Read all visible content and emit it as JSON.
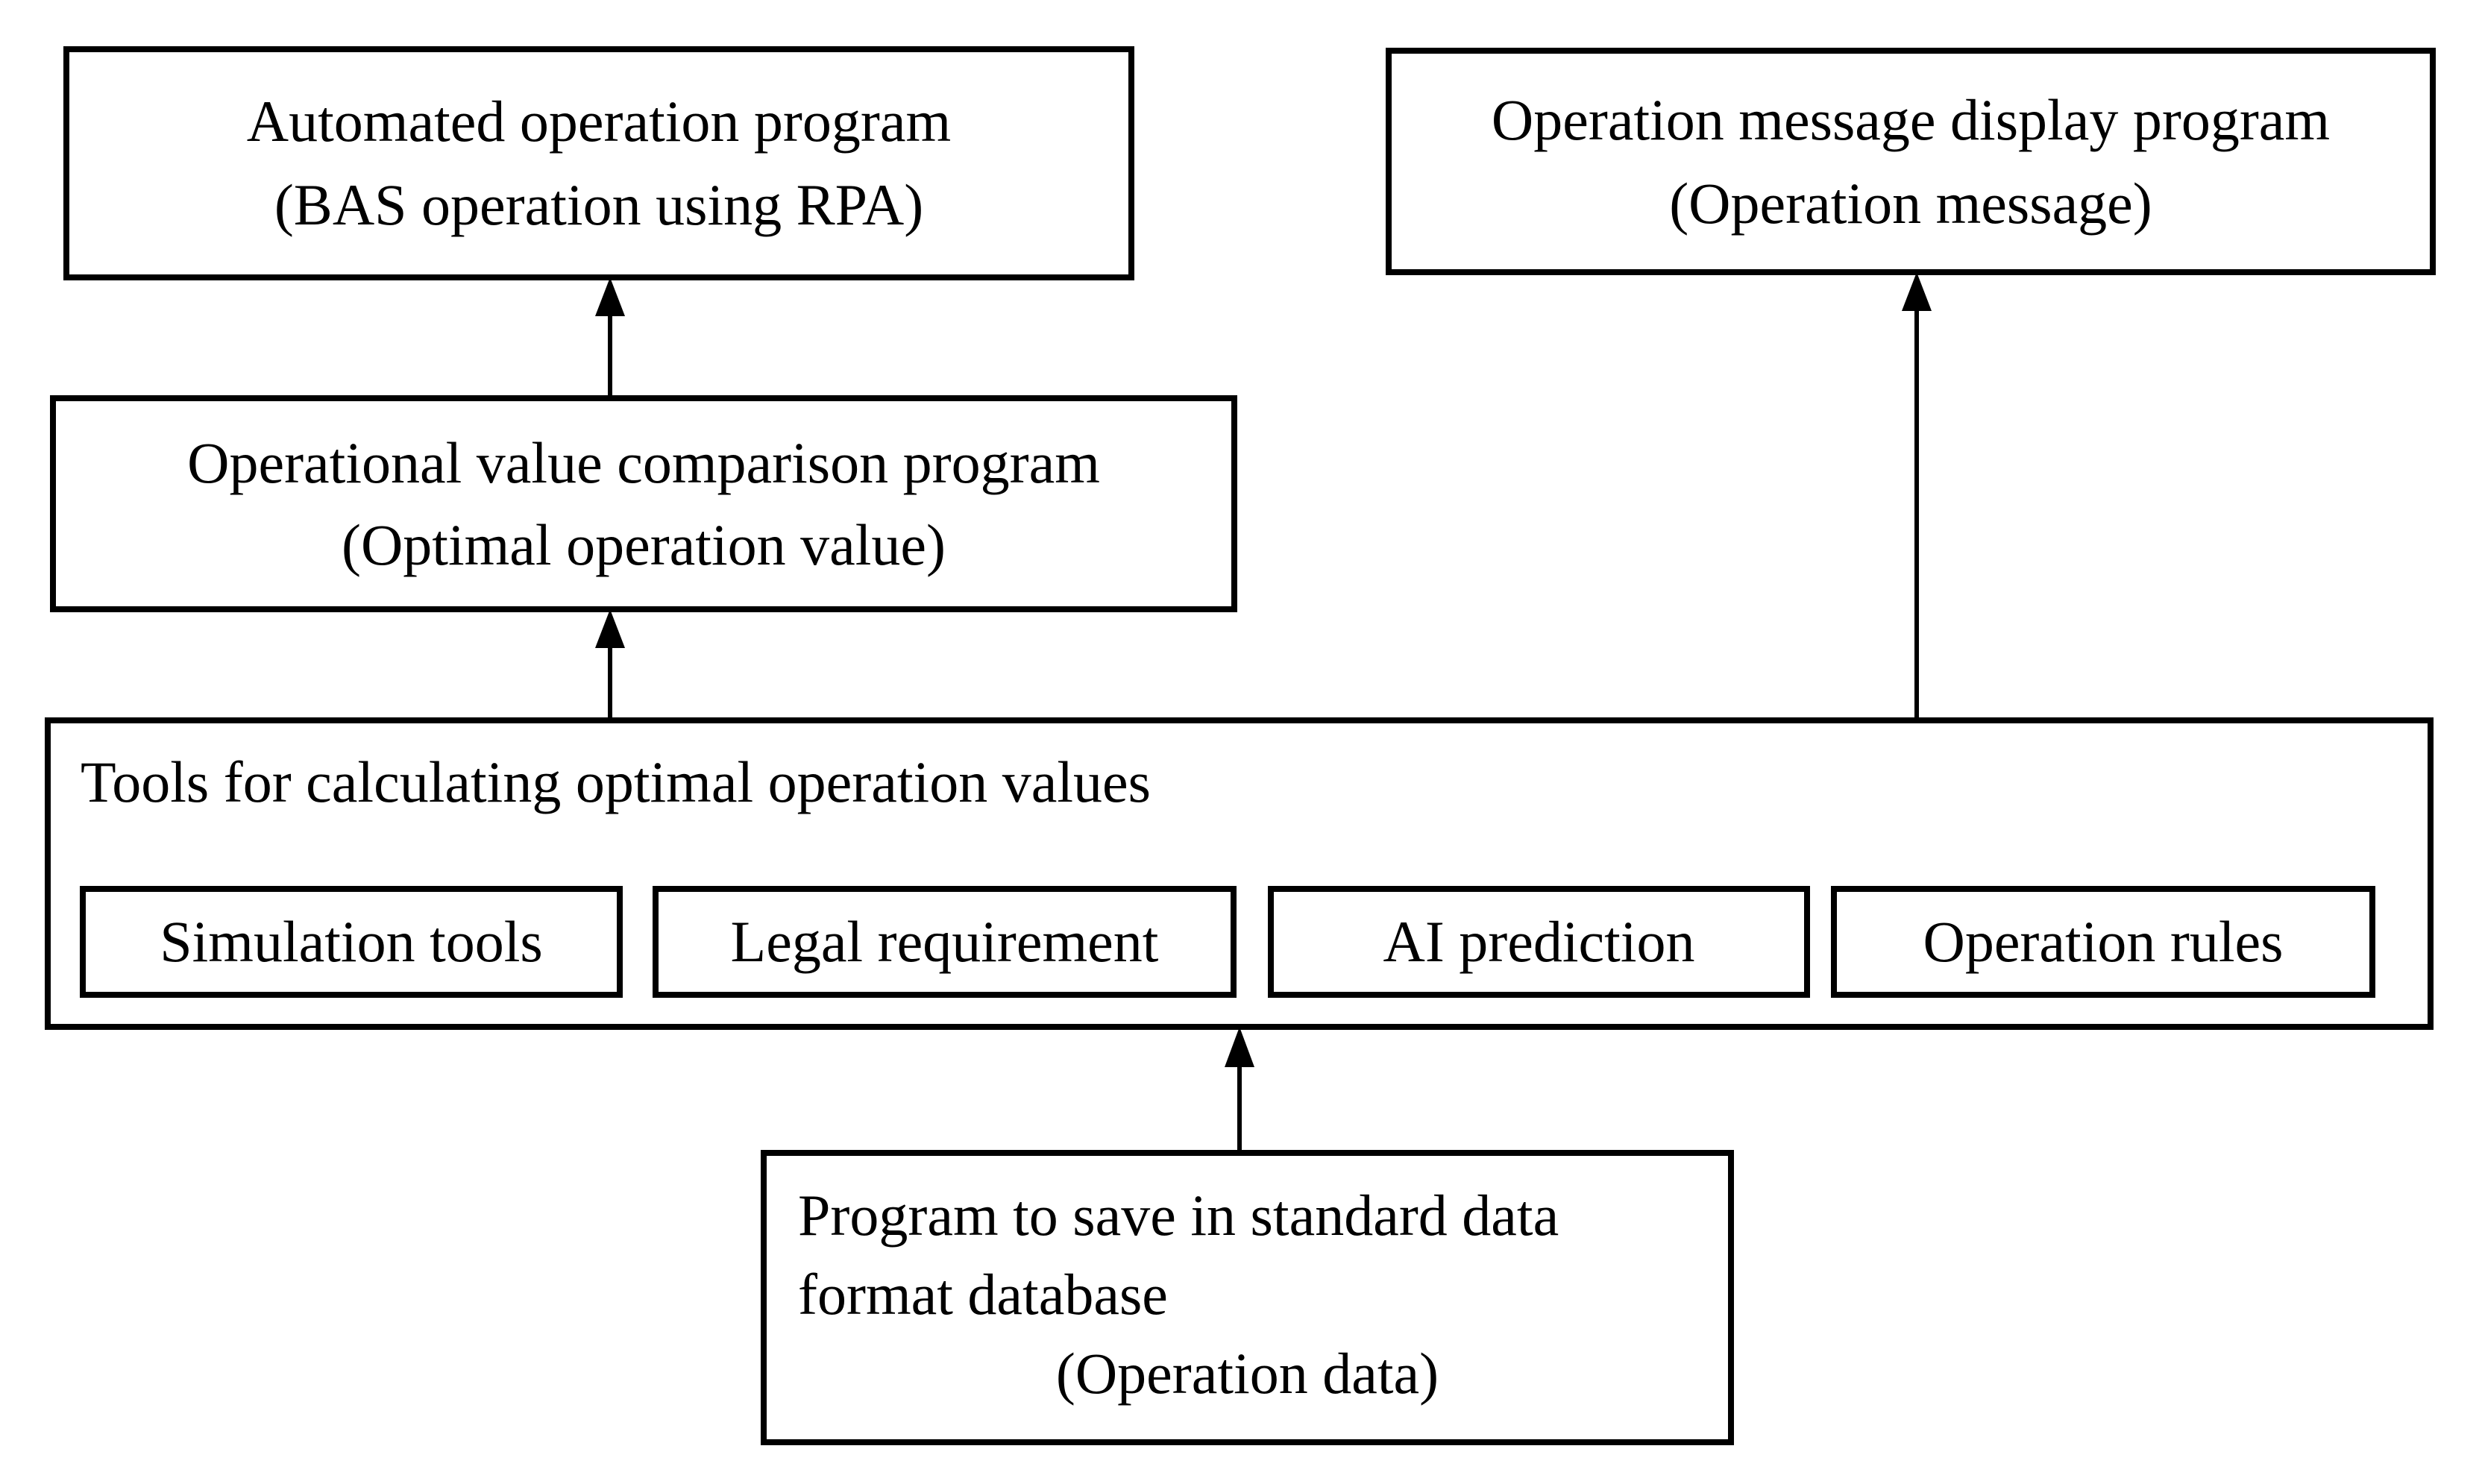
{
  "diagram": {
    "colors": {
      "line": "#000000",
      "box_fill": "#ffffff",
      "text": "#000000",
      "background": "#ffffff"
    },
    "boxes": {
      "automated_operation": {
        "line1": "Automated operation program",
        "line2": "(BAS operation using RPA)"
      },
      "operation_message": {
        "line1": "Operation message display program",
        "line2": "(Operation message)"
      },
      "value_comparison": {
        "line1": "Operational value comparison program",
        "line2": "(Optimal operation value)"
      },
      "tools": {
        "label": "Tools for calculating optimal operation values",
        "children": [
          "Simulation tools",
          "Legal requirement",
          "AI prediction",
          "Operation rules"
        ]
      },
      "save_program": {
        "line1": "Program to save in standard data",
        "line2": "format database",
        "line3": "(Operation data)"
      }
    }
  }
}
